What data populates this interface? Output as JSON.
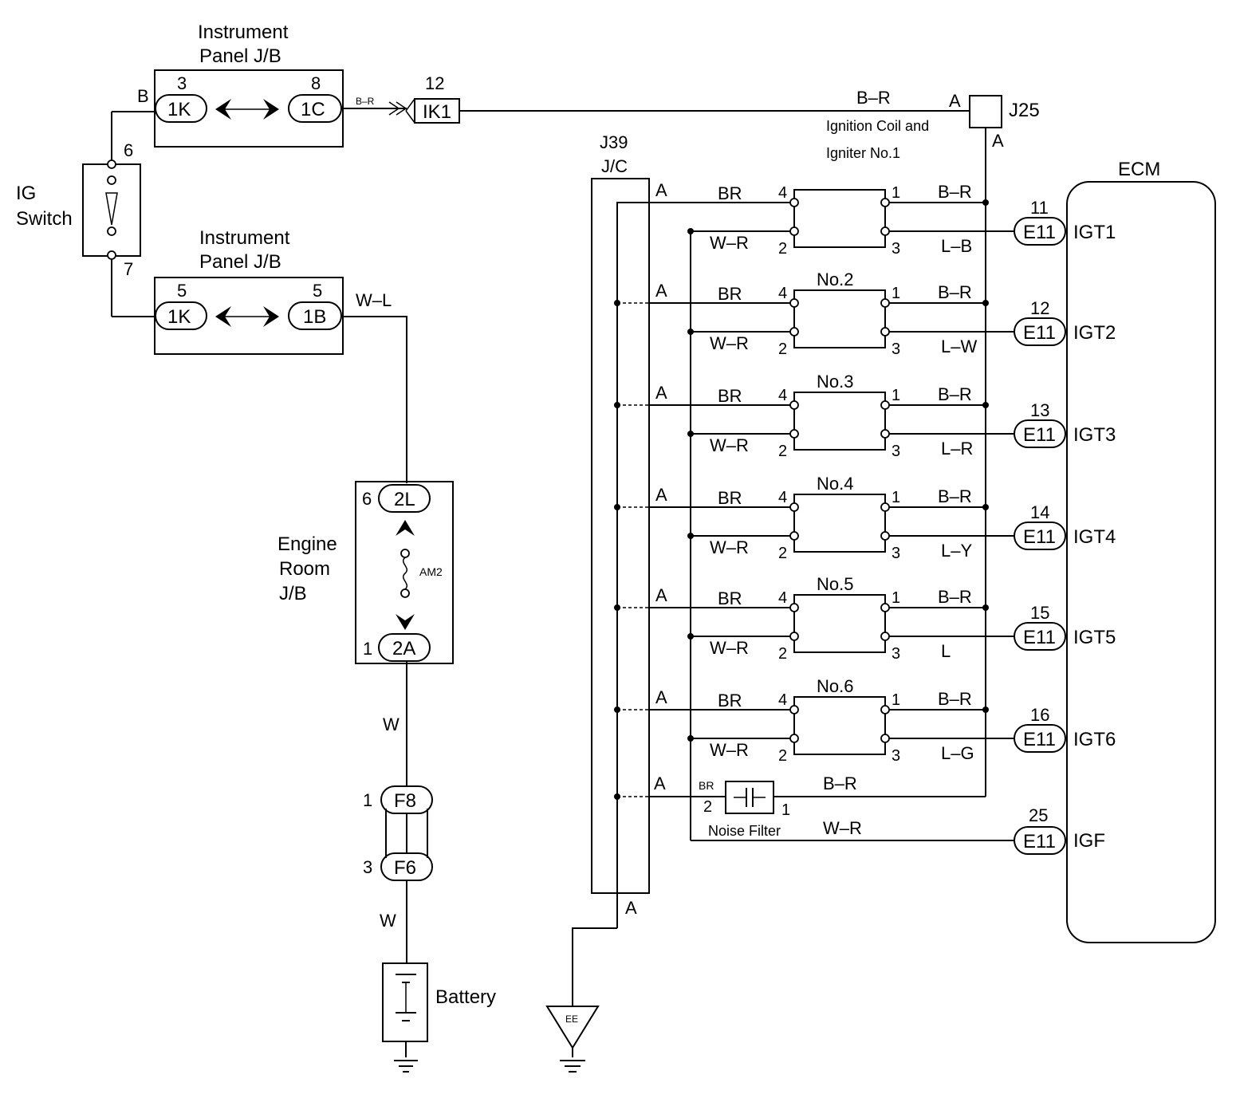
{
  "ig_switch": {
    "label_line1": "IG",
    "label_line2": "Switch",
    "pin_top": "6",
    "pin_bottom": "7",
    "wire": "B"
  },
  "ip_jb_top": {
    "title_line1": "Instrument",
    "title_line2": "Panel J/B",
    "left_pin": "3",
    "left_conn": "1K",
    "right_pin": "8",
    "right_conn": "1C",
    "wire_out": "B–R"
  },
  "ip_jb_bottom": {
    "title_line1": "Instrument",
    "title_line2": "Panel J/B",
    "left_pin": "5",
    "left_conn": "1K",
    "right_pin": "5",
    "right_conn": "1B",
    "wire_out": "W–L"
  },
  "ik1": {
    "pin": "12",
    "conn": "IK1"
  },
  "j25": {
    "label": "J25",
    "pin_left": "A",
    "pin_bottom": "A",
    "wire": "B–R"
  },
  "coil1_label": {
    "line1": "Ignition Coil and",
    "line2": "Igniter No.1"
  },
  "j39": {
    "label_line1": "J39",
    "label_line2": "J/C",
    "bottom_pin": "A"
  },
  "ecm": {
    "label": "ECM"
  },
  "engine_room_jb": {
    "label_line1": "Engine",
    "label_line2": "Room",
    "label_line3": "J/B",
    "top_pin": "6",
    "top_conn": "2L",
    "fuse": "AM2",
    "bottom_pin": "1",
    "bottom_conn": "2A"
  },
  "wire_w1": "W",
  "wire_w2": "W",
  "fusible": {
    "f8_pin": "1",
    "f8": "F8",
    "f6_pin": "3",
    "f6": "F6"
  },
  "battery": {
    "label": "Battery"
  },
  "ground": {
    "label": "EE"
  },
  "coils": [
    {
      "name": "",
      "pin_a": "A",
      "br": "BR",
      "wr": "W–R",
      "p4": "4",
      "p2": "2",
      "p1": "1",
      "p3": "3",
      "br_out": "B–R",
      "sig": "L–B",
      "ecm_pin": "11",
      "ecm_conn": "E11",
      "ecm_sig": "IGT1"
    },
    {
      "name": "No.2",
      "pin_a": "A",
      "br": "BR",
      "wr": "W–R",
      "p4": "4",
      "p2": "2",
      "p1": "1",
      "p3": "3",
      "br_out": "B–R",
      "sig": "L–W",
      "ecm_pin": "12",
      "ecm_conn": "E11",
      "ecm_sig": "IGT2"
    },
    {
      "name": "No.3",
      "pin_a": "A",
      "br": "BR",
      "wr": "W–R",
      "p4": "4",
      "p2": "2",
      "p1": "1",
      "p3": "3",
      "br_out": "B–R",
      "sig": "L–R",
      "ecm_pin": "13",
      "ecm_conn": "E11",
      "ecm_sig": "IGT3"
    },
    {
      "name": "No.4",
      "pin_a": "A",
      "br": "BR",
      "wr": "W–R",
      "p4": "4",
      "p2": "2",
      "p1": "1",
      "p3": "3",
      "br_out": "B–R",
      "sig": "L–Y",
      "ecm_pin": "14",
      "ecm_conn": "E11",
      "ecm_sig": "IGT4"
    },
    {
      "name": "No.5",
      "pin_a": "A",
      "br": "BR",
      "wr": "W–R",
      "p4": "4",
      "p2": "2",
      "p1": "1",
      "p3": "3",
      "br_out": "B–R",
      "sig": "L",
      "ecm_pin": "15",
      "ecm_conn": "E11",
      "ecm_sig": "IGT5"
    },
    {
      "name": "No.6",
      "pin_a": "A",
      "br": "BR",
      "wr": "W–R",
      "p4": "4",
      "p2": "2",
      "p1": "1",
      "p3": "3",
      "br_out": "B–R",
      "sig": "L–G",
      "ecm_pin": "16",
      "ecm_conn": "E11",
      "ecm_sig": "IGT6"
    }
  ],
  "noise_filter": {
    "label": "Noise Filter",
    "pin_a": "A",
    "br": "BR",
    "p2": "2",
    "p1": "1",
    "br_out": "B–R",
    "wr": "W–R"
  },
  "igf": {
    "pin": "25",
    "conn": "E11",
    "sig": "IGF"
  }
}
